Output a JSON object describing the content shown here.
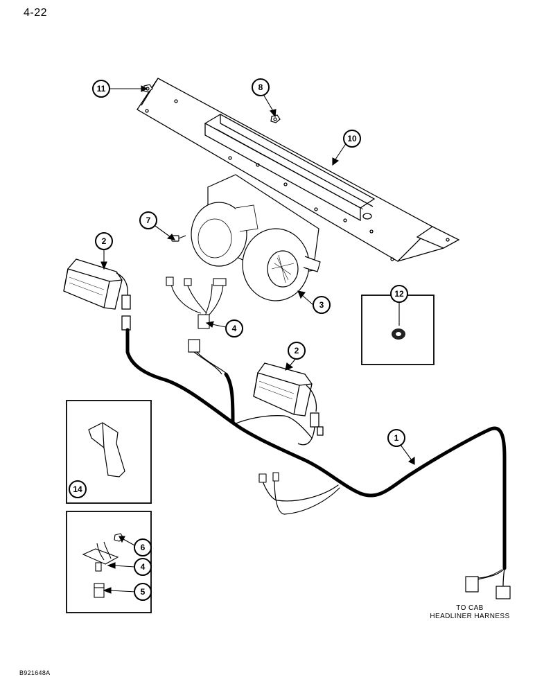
{
  "page": {
    "number": "4-22"
  },
  "figure": {
    "code": "B921648A"
  },
  "harness_note": {
    "line1": "TO CAB",
    "line2": "HEADLINER HARNESS"
  },
  "callouts": {
    "c1": "1",
    "c2a": "2",
    "c2b": "2",
    "c3": "3",
    "c4a": "4",
    "c4b": "4",
    "c5": "5",
    "c6": "6",
    "c7": "7",
    "c8": "8",
    "c10": "10",
    "c11": "11",
    "c12": "12",
    "c14": "14"
  }
}
